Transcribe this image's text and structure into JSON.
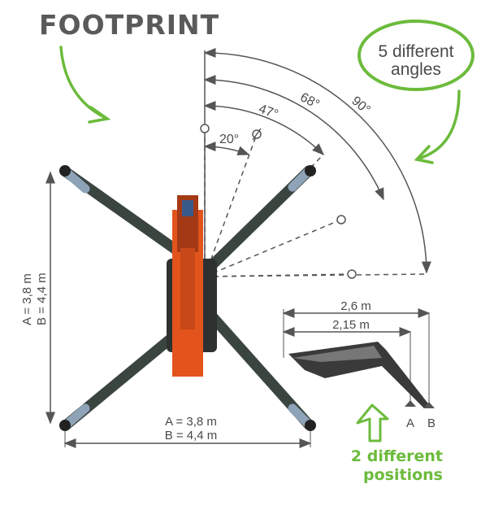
{
  "title": "FOOTPRINT",
  "bubble": {
    "line1": "5 different",
    "line2": "angles"
  },
  "angles": [
    "20°",
    "47°",
    "68°",
    "90°"
  ],
  "vertical_dimension": {
    "a": "A = 3,8 m",
    "b": "B = 4,4 m"
  },
  "horizontal_dimension": {
    "a": "A = 3,8 m",
    "b": "B = 4,4 m"
  },
  "outrigger_side": {
    "outer": "2,6 m",
    "inner": "2,15 m",
    "pos_a": "A",
    "pos_b": "B"
  },
  "positions_note": {
    "line1": "2 different",
    "line2": "positions"
  },
  "colors": {
    "green": "#6cbb3c",
    "orange": "#e2541c",
    "text": "#4a4a4a"
  }
}
